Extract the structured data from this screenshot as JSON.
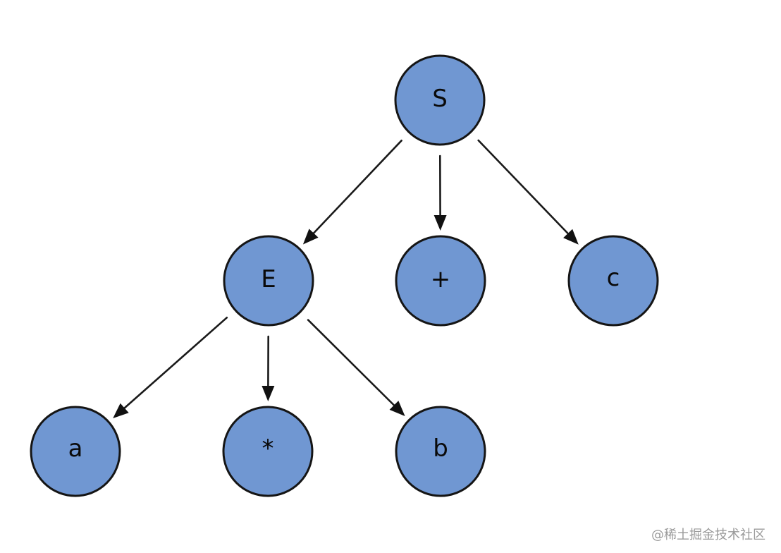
{
  "nodes": {
    "S": "S",
    "E": "E",
    "plus": "+",
    "c": "c",
    "a": "a",
    "star": "*",
    "b": "b"
  },
  "edges": [
    {
      "from": "S",
      "to": "E"
    },
    {
      "from": "S",
      "to": "plus"
    },
    {
      "from": "S",
      "to": "c"
    },
    {
      "from": "E",
      "to": "a"
    },
    {
      "from": "E",
      "to": "star"
    },
    {
      "from": "E",
      "to": "b"
    }
  ],
  "colors": {
    "node_fill": "#7097d2",
    "node_stroke": "#151515",
    "edge": "#1a1a1a"
  },
  "watermark": "@稀土掘金技术社区"
}
